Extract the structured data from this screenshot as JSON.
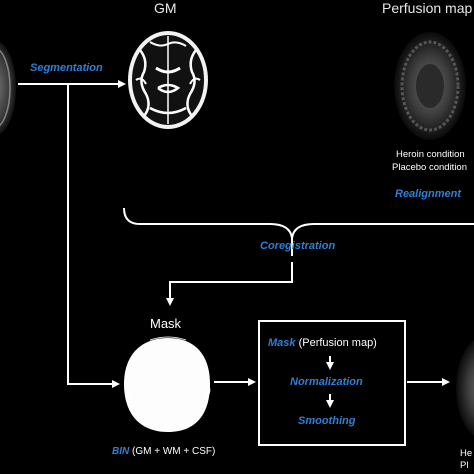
{
  "labels": {
    "gm_title": "GM",
    "perfusion_title": "Perfusion map",
    "segmentation": "Segmentation",
    "heroin_condition": "Heroin condition",
    "placebo_condition": "Placebo condition",
    "realignment": "Realignment",
    "coregistration": "Coregistration",
    "mask_title": "Mask",
    "bin_label": "BIN",
    "bin_detail": "(GM + WM + CSF)",
    "box_mask": "Mask",
    "box_mask_detail": "(Perfusion map)",
    "normalization": "Normalization",
    "smoothing": "Smoothing",
    "right_edge_line1": "He",
    "right_edge_line2": "Pl"
  },
  "colors": {
    "background": "#000000",
    "line": "#ffffff",
    "step_text": "#2f7fd6"
  }
}
